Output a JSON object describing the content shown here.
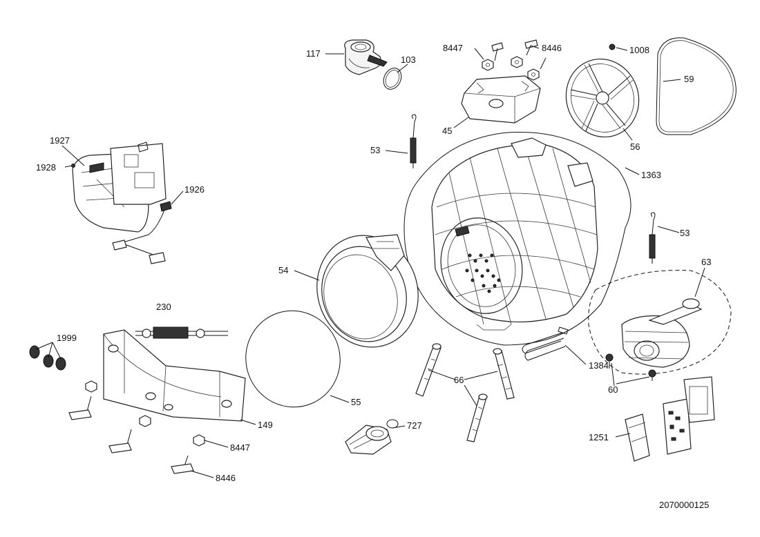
{
  "labels": {
    "l117": "117",
    "l103": "103",
    "l8447a": "8447",
    "l8446a": "8446",
    "l1008": "1008",
    "l59": "59",
    "l45": "45",
    "l56": "56",
    "l53a": "53",
    "l1363": "1363",
    "l1927": "1927",
    "l1928": "1928",
    "l1926": "1926",
    "l53b": "53",
    "l63": "63",
    "l54": "54",
    "l230": "230",
    "l1999": "1999",
    "l1384": "1384",
    "l66": "66",
    "l60": "60",
    "l55": "55",
    "l727": "727",
    "l149": "149",
    "l8447b": "8447",
    "l8446b": "8446",
    "l1251": "1251"
  },
  "catalog_number": "2070000125"
}
